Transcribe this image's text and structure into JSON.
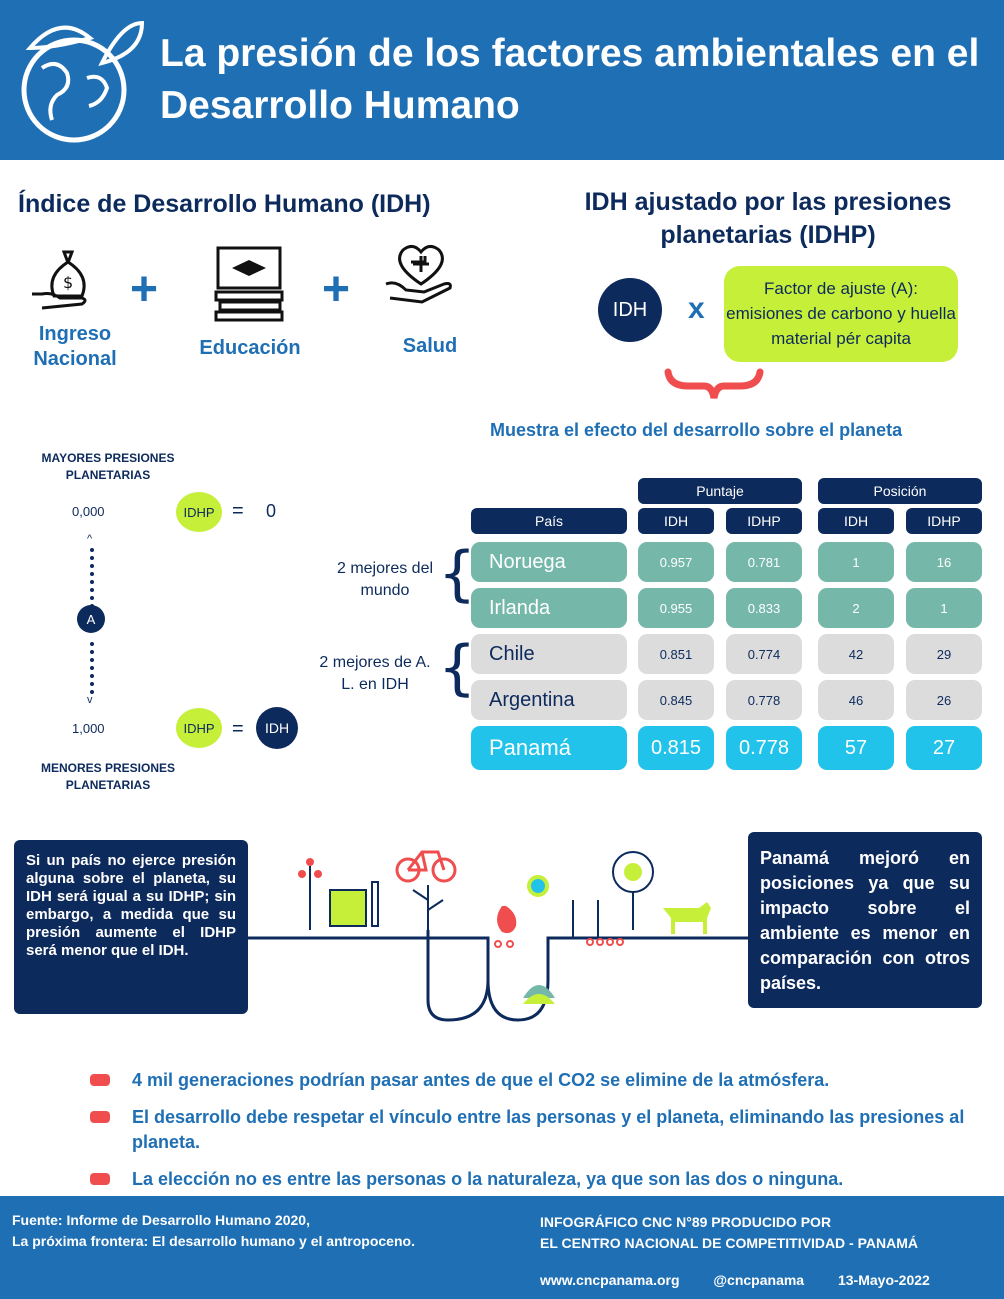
{
  "header": {
    "title": "La presión de los factores ambientales en el Desarrollo Humano"
  },
  "idh": {
    "title": "Índice de Desarrollo Humano (IDH)",
    "components": [
      "Ingreso Nacional",
      "Educación",
      "Salud"
    ],
    "plus": "+"
  },
  "idhp": {
    "title": "IDH ajustado por las presiones planetarias (IDHP)",
    "circle": "IDH",
    "times": "x",
    "factor": "Factor de ajuste (A): emisiones de carbono y huella material pér capita",
    "effect": "Muestra el efecto del desarrollo sobre el planeta"
  },
  "scale": {
    "top_label": "MAYORES PRESIONES PLANETARIAS",
    "bottom_label": "MENORES PRESIONES PLANETARIAS",
    "top_value": "0,000",
    "bottom_value": "1,000",
    "idhp": "IDHP",
    "equals": "=",
    "zero": "0",
    "a": "A",
    "idh": "IDH",
    "arrow_up": "^",
    "arrow_down": "v"
  },
  "table": {
    "group_puntaje": "Puntaje",
    "group_posicion": "Posición",
    "headers": [
      "País",
      "IDH",
      "IDHP",
      "IDH",
      "IDHP"
    ],
    "group_world": "2 mejores del mundo",
    "group_la": "2 mejores de A. L. en IDH",
    "rows": [
      {
        "country": "Noruega",
        "idh": "0.957",
        "idhp": "0.781",
        "pos_idh": "1",
        "pos_idhp": "16"
      },
      {
        "country": "Irlanda",
        "idh": "0.955",
        "idhp": "0.833",
        "pos_idh": "2",
        "pos_idhp": "1"
      },
      {
        "country": "Chile",
        "idh": "0.851",
        "idhp": "0.774",
        "pos_idh": "42",
        "pos_idhp": "29"
      },
      {
        "country": "Argentina",
        "idh": "0.845",
        "idhp": "0.778",
        "pos_idh": "46",
        "pos_idhp": "26"
      },
      {
        "country": "Panamá",
        "idh": "0.815",
        "idhp": "0.778",
        "pos_idh": "57",
        "pos_idhp": "27"
      }
    ]
  },
  "notes": {
    "left": "Si un país no ejerce presión alguna sobre el planeta, su IDH será igual a su IDHP; sin embargo, a medida que su presión aumente el IDHP será menor que el IDH.",
    "right": "Panamá mejoró en posiciones ya que su impacto sobre el ambiente es menor en comparación con otros países."
  },
  "bullets": [
    "4 mil generaciones podrían pasar antes de que el CO2 se elimine de la atmósfera.",
    "El desarrollo debe respetar el vínculo entre las personas y el planeta, eliminando las presiones al planeta.",
    "La elección no es entre las personas o la naturaleza, ya que son las dos o ninguna."
  ],
  "footer": {
    "source_1": "Fuente: Informe de Desarrollo Humano 2020,",
    "source_2": "La próxima frontera: El desarrollo humano y el antropoceno.",
    "producer_1": "INFOGRÁFICO CNC N°89 PRODUCIDO POR",
    "producer_2": "EL CENTRO NACIONAL DE COMPETITIVIDAD - PANAMÁ",
    "website": "www.cncpanama.org",
    "handle": "@cncpanama",
    "date": "13-Mayo-2022"
  },
  "colors": {
    "header_blue": "#1f6fb5",
    "navy": "#0d2a5c",
    "lime": "#c6ef3a",
    "teal": "#75b8aa",
    "gray": "#dcdcdc",
    "cyan": "#22c3ea",
    "red": "#f04e4e"
  },
  "icons": [
    "globe-leaf-icon",
    "money-bag-hand-icon",
    "graduation-books-icon",
    "heart-hand-icon",
    "sustainability-illustration"
  ]
}
